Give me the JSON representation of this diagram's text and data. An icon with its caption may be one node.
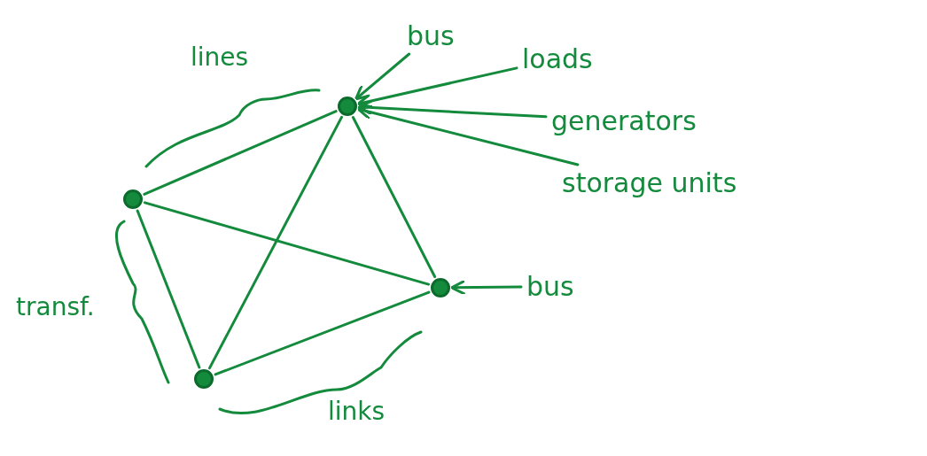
{
  "diagram": {
    "nodes": [
      {
        "text": [
          "bus"
        ]
      },
      {
        "text": [
          "loads"
        ]
      },
      {
        "text": [
          "generators"
        ]
      },
      {
        "text": [
          "storage units"
        ]
      },
      {
        "text": [],
        "shape": "circle"
      },
      {
        "text": [],
        "shape": "circle"
      },
      {
        "text": [],
        "shape": "circle"
      },
      {
        "text": [
          "bus"
        ]
      },
      {
        "text": [],
        "shape": "circle"
      }
    ],
    "edges": [
      {
        "from": 4,
        "to": 5,
        "arrow": "none"
      },
      {
        "from": 4,
        "to": 6,
        "arrow": "none"
      },
      {
        "from": 4,
        "to": 8,
        "arrow": "none"
      },
      {
        "from": 5,
        "to": 6,
        "arrow": "none"
      },
      {
        "from": 5,
        "to": 8,
        "arrow": "none"
      },
      {
        "from": 8,
        "to": 6,
        "arrow": "none"
      },
      {
        "from": 0,
        "to": 4,
        "arrow": "to"
      },
      {
        "from": 1,
        "to": 4,
        "arrow": "to"
      },
      {
        "from": 2,
        "to": 4,
        "arrow": "to"
      },
      {
        "from": 3,
        "to": 4,
        "arrow": "to"
      },
      {
        "from": 7,
        "to": 6,
        "arrow": "to"
      }
    ],
    "labels": [
      "lines",
      "transf.",
      "links"
    ]
  }
}
